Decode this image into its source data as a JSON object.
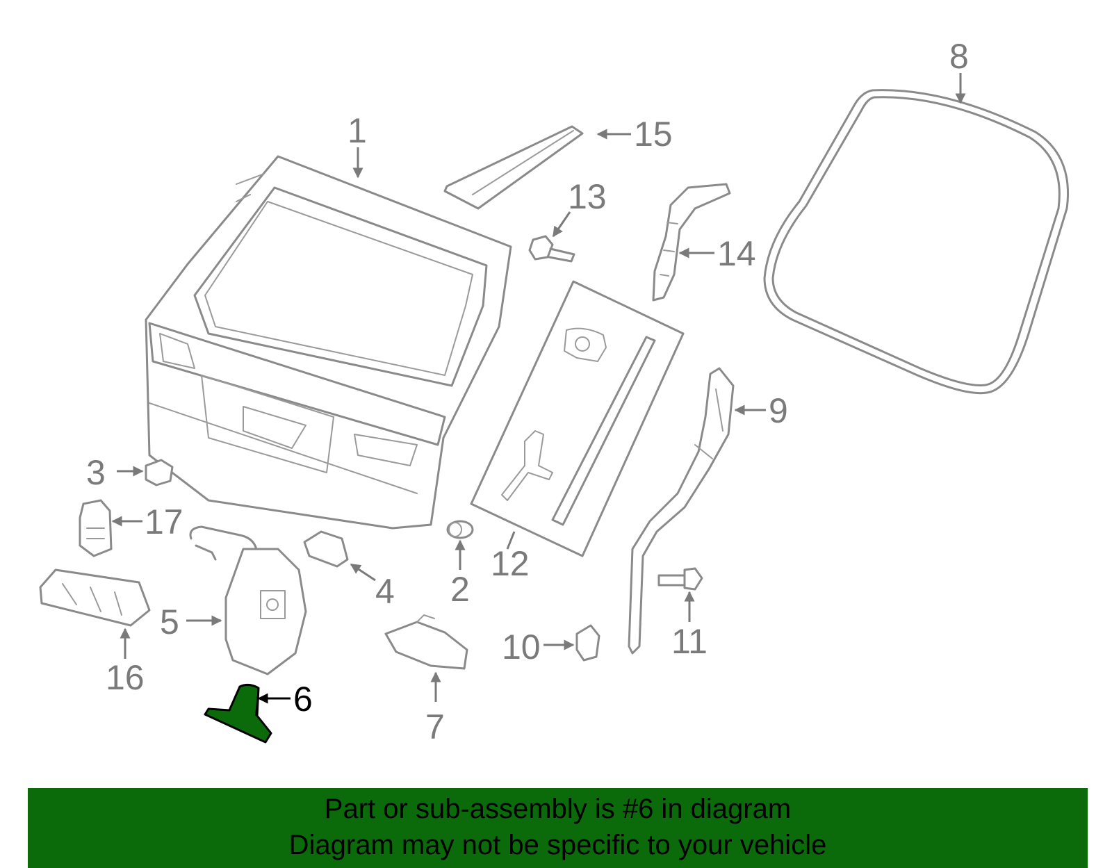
{
  "colors": {
    "line": "#8a8a8a",
    "highlight": "#0b6b0b",
    "banner": "#0b6b0b"
  },
  "callouts": {
    "c1": "1",
    "c2": "2",
    "c3": "3",
    "c4": "4",
    "c5": "5",
    "c6": "6",
    "c7": "7",
    "c8": "8",
    "c9": "9",
    "c10": "10",
    "c11": "11",
    "c12": "12",
    "c13": "13",
    "c14": "14",
    "c15": "15",
    "c16": "16",
    "c17": "17"
  },
  "banner": {
    "line1": "Part or sub-assembly is #6 in diagram",
    "line2": "Diagram may not be specific to your vehicle"
  }
}
